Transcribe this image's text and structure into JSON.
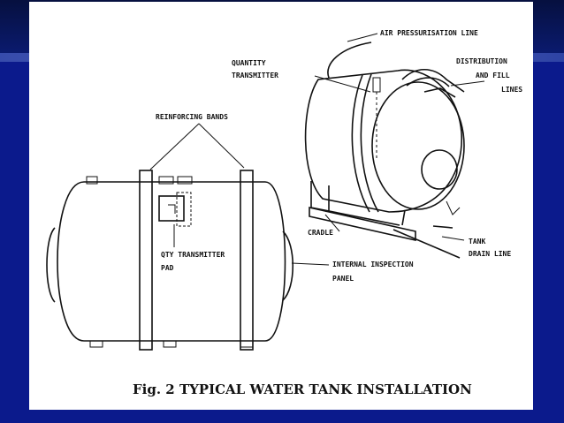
{
  "figure": {
    "caption": "Fig. 2  TYPICAL WATER TANK INSTALLATION",
    "labels": {
      "air_line": "AIR PRESSURISATION LINE",
      "quantity_transmitter_1": "QUANTITY",
      "quantity_transmitter_2": "TRANSMITTER",
      "distribution_1": "DISTRIBUTION",
      "distribution_2": "AND FILL",
      "distribution_3": "LINES",
      "reinforcing_bands": "REINFORCING BANDS",
      "cradle": "CRADLE",
      "tank_drain_1": "TANK",
      "tank_drain_2": "DRAIN LINE",
      "qty_pad_1": "QTY TRANSMITTER",
      "qty_pad_2": "PAD",
      "inspection_1": "INTERNAL INSPECTION",
      "inspection_2": "PANEL"
    }
  }
}
